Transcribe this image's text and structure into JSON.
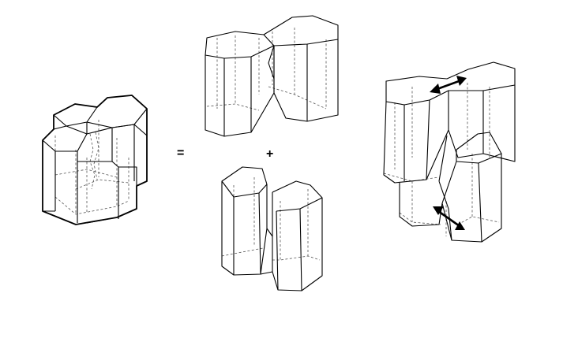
{
  "operators": {
    "equals": "=",
    "plus": "+"
  },
  "figures": [
    {
      "id": "combined-cell-cluster"
    },
    {
      "id": "upper-prism-pair"
    },
    {
      "id": "lower-prism-pair"
    },
    {
      "id": "separated-prism-pairs"
    }
  ]
}
